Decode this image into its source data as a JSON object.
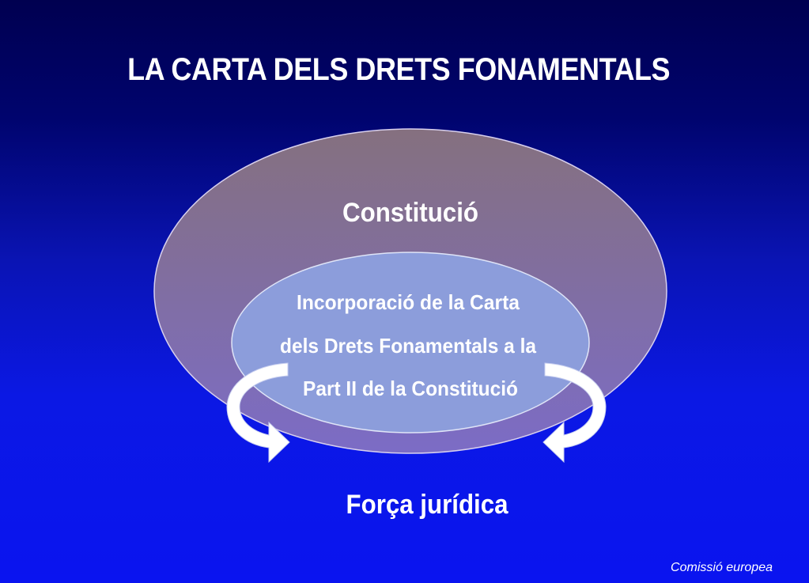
{
  "title": "LA CARTA DELS DRETS FONAMENTALS",
  "diagram": {
    "outer_label": "Constitució",
    "inner_lines": [
      "Incorporació de la Carta",
      "dels Drets Fonamentals a la",
      "Part II de la Constitució"
    ],
    "bottom_label": "Força jurídica",
    "colors": {
      "outer_top": "#85707f",
      "outer_bottom": "#7c6cc6",
      "inner": "#8c9ddb",
      "arrow": "#ffffff"
    }
  },
  "footer": {
    "credit": "Comissió europea"
  }
}
